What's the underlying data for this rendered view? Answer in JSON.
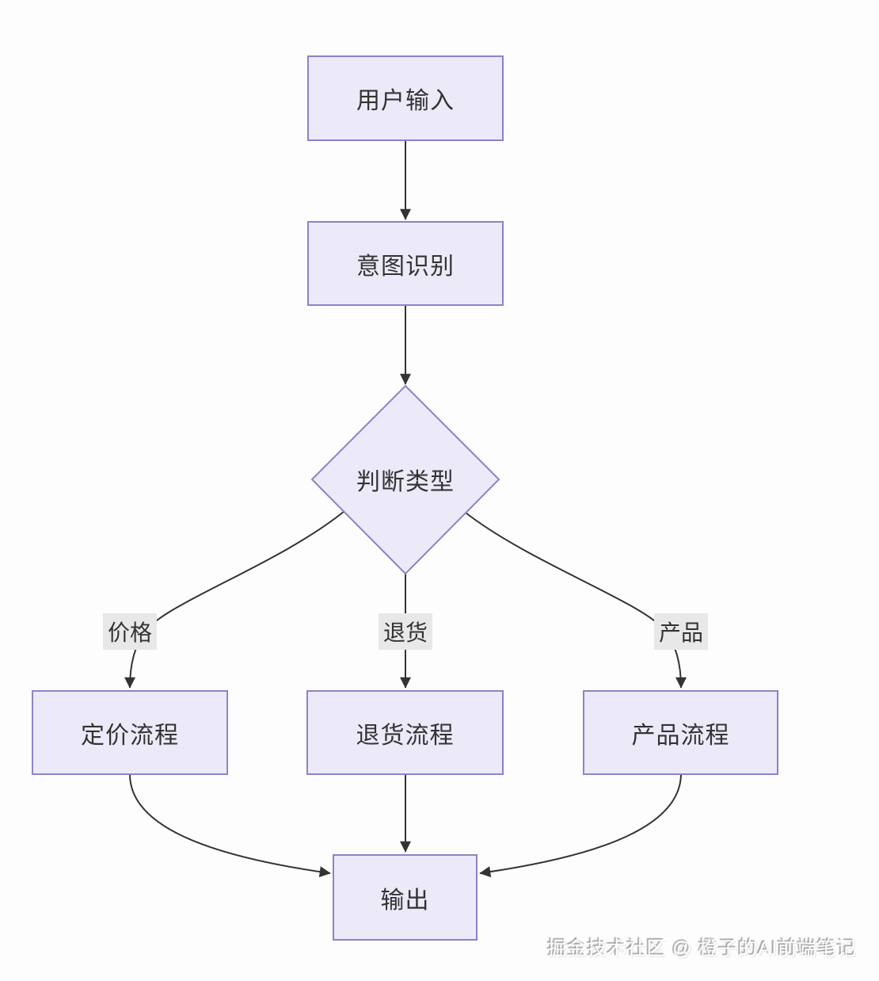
{
  "diagram": {
    "type": "flowchart",
    "direction": "top-down",
    "nodes": {
      "user_input": {
        "label": "用户输入",
        "shape": "rect"
      },
      "intent": {
        "label": "意图识别",
        "shape": "rect"
      },
      "decision": {
        "label": "判断类型",
        "shape": "diamond"
      },
      "pricing": {
        "label": "定价流程",
        "shape": "rect"
      },
      "refund": {
        "label": "退货流程",
        "shape": "rect"
      },
      "product": {
        "label": "产品流程",
        "shape": "rect"
      },
      "output": {
        "label": "输出",
        "shape": "rect"
      }
    },
    "edges": [
      {
        "from": "user_input",
        "to": "intent",
        "label": ""
      },
      {
        "from": "intent",
        "to": "decision",
        "label": ""
      },
      {
        "from": "decision",
        "to": "pricing",
        "label": "价格"
      },
      {
        "from": "decision",
        "to": "refund",
        "label": "退货"
      },
      {
        "from": "decision",
        "to": "product",
        "label": "产品"
      },
      {
        "from": "pricing",
        "to": "output",
        "label": ""
      },
      {
        "from": "refund",
        "to": "output",
        "label": ""
      },
      {
        "from": "product",
        "to": "output",
        "label": ""
      }
    ],
    "edge_labels": {
      "price": "价格",
      "refund": "退货",
      "product": "产品"
    },
    "colors": {
      "node_fill": "#ECEAF9",
      "node_border": "#8C82C8",
      "edge": "#333333",
      "edge_label_bg": "#E8E8E8",
      "text": "#333333"
    },
    "watermark": "掘金技术社区 @ 橙子的AI前端笔记"
  }
}
